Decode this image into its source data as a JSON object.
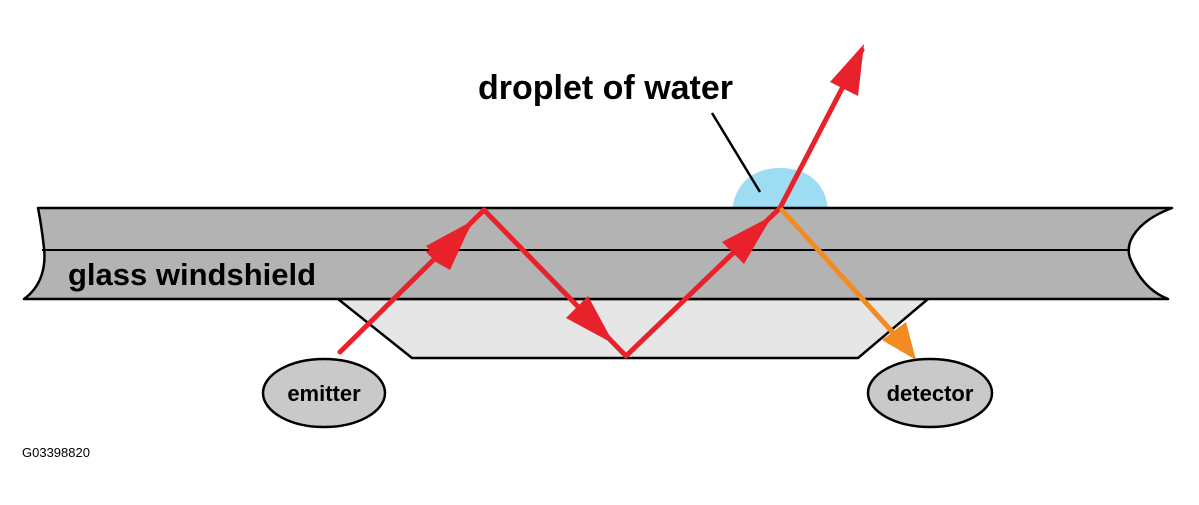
{
  "labels": {
    "droplet": "droplet of water",
    "windshield": "glass windshield",
    "emitter": "emitter",
    "detector": "detector",
    "figure_code": "G03398820"
  },
  "colors": {
    "glass": "#b3b3b3",
    "prism": "#e6e6e6",
    "droplet": "#9ddcf2",
    "light_ray": "#e8212a",
    "detected_ray": "#f28b24",
    "sensor": "#c9c9c9",
    "outline": "#000000"
  }
}
